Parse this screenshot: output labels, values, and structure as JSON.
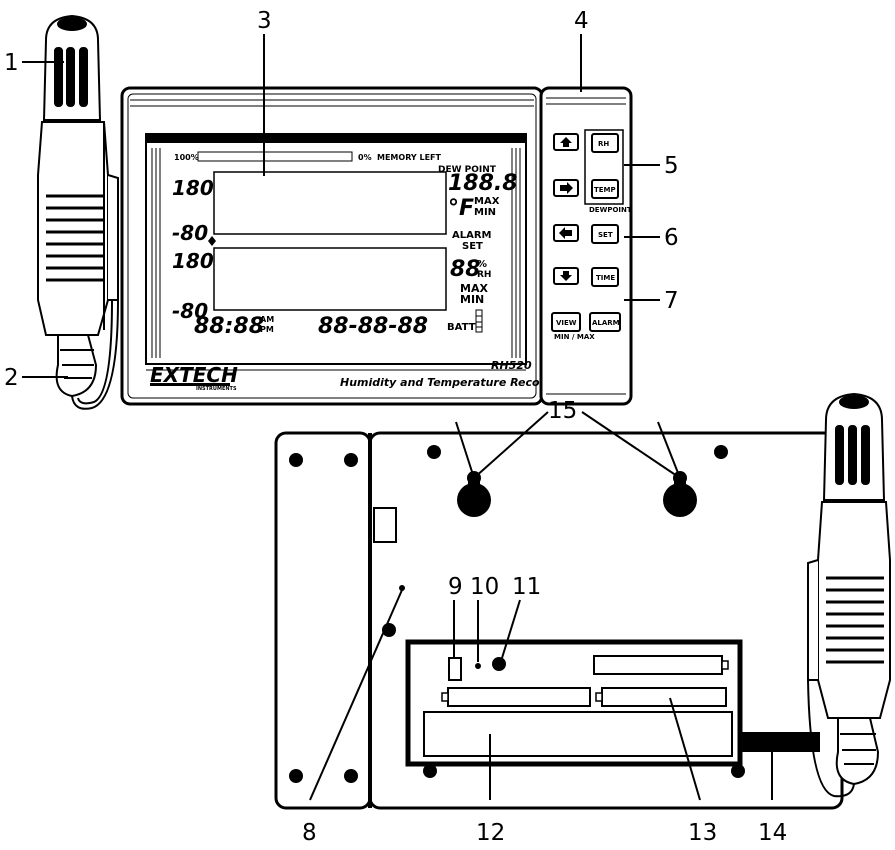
{
  "callouts": {
    "c1": "1",
    "c2": "2",
    "c3": "3",
    "c4": "4",
    "c5": "5",
    "c6": "6",
    "c7": "7",
    "c8": "8",
    "c9": "9",
    "c10": "10",
    "c11": "11",
    "c12": "12",
    "c13": "13",
    "c14": "14",
    "c15": "15"
  },
  "lcd": {
    "mem_full": "100%",
    "mem_empty": "0%",
    "memory_left": "MEMORY LEFT",
    "dew_point": "DEW POINT",
    "scale_top_max": "180",
    "scale_top_min": "-80",
    "scale_bottom_max": "180",
    "scale_bottom_min": "-80",
    "temp_value": "188.8",
    "temp_unit": "°F",
    "max": "MAX",
    "min": "MIN",
    "alarm": "ALARM",
    "set": "SET",
    "rh_value": "88",
    "percent": "%",
    "rh": "RH",
    "max2": "MAX",
    "min2": "MIN",
    "time": "88:88",
    "am": "AM",
    "pm": "PM",
    "date": "88-88-88",
    "batt": "BATT"
  },
  "brand": {
    "name": "EXTECH",
    "sub": "INSTRUMENTS",
    "model": "RH520",
    "tagline": "Humidity and Temperature Recorder"
  },
  "buttons": {
    "rh": "RH",
    "temp": "TEMP",
    "dewpoint": "DEWPOINT",
    "set": "SET",
    "time": "TIME",
    "view": "VIEW",
    "alarm": "ALARM",
    "minmax": "MIN / MAX"
  },
  "icons": {
    "up": "arrow-up-icon",
    "right": "arrow-right-icon",
    "left": "arrow-left-icon",
    "down": "arrow-down-icon"
  }
}
